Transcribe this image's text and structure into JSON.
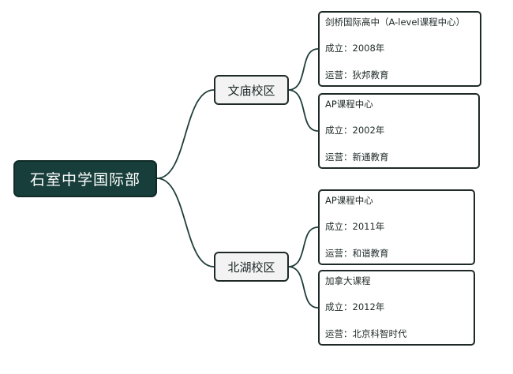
{
  "root": {
    "label": "石室中学国际部"
  },
  "campuses": [
    {
      "name": "文庙校区",
      "programs": [
        {
          "title": "剑桥国际高中（A-level课程中心）",
          "founded": "成立：2008年",
          "operator": "运营：狄邦教育"
        },
        {
          "title": "AP课程中心",
          "founded": "成立：2002年",
          "operator": "运营：新通教育"
        }
      ]
    },
    {
      "name": "北湖校区",
      "programs": [
        {
          "title": "AP课程中心",
          "founded": "成立：2011年",
          "operator": "运营：和谐教育"
        },
        {
          "title": "加拿大课程",
          "founded": "成立：2012年",
          "operator": "运营：北京科智时代"
        }
      ]
    }
  ]
}
